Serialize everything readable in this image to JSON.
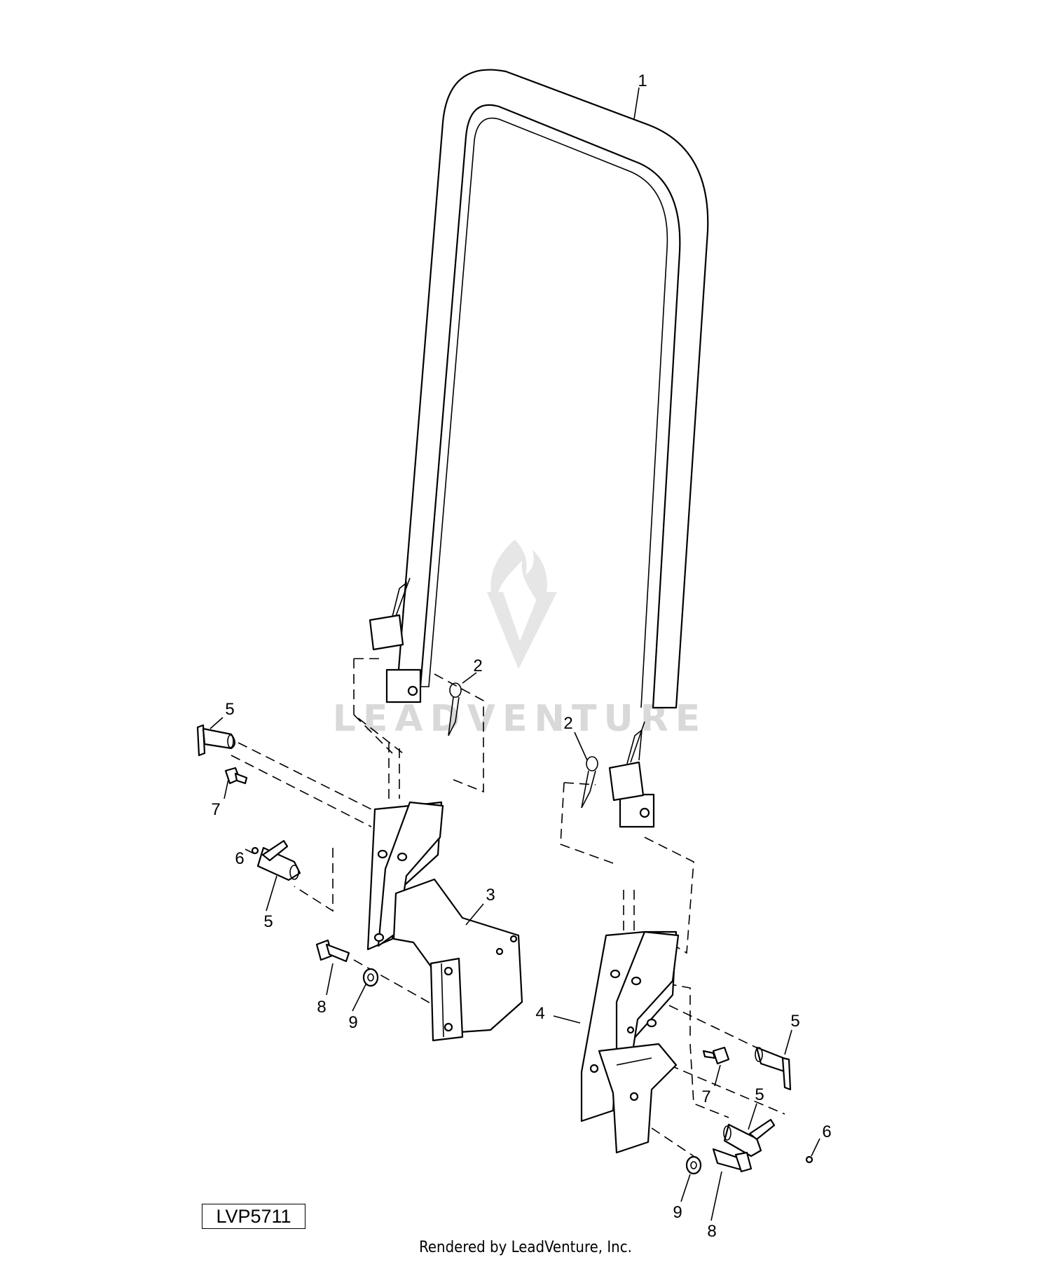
{
  "figure_id": "LVP5711",
  "footer": "Rendered by LeadVenture, Inc.",
  "watermark": {
    "text": "LEADVENTURE",
    "color": "#d9d9d9"
  },
  "callouts": [
    {
      "id": "c1",
      "label": "1"
    },
    {
      "id": "c2a",
      "label": "2"
    },
    {
      "id": "c2b",
      "label": "2"
    },
    {
      "id": "c3",
      "label": "3"
    },
    {
      "id": "c4",
      "label": "4"
    },
    {
      "id": "c5a",
      "label": "5"
    },
    {
      "id": "c5b",
      "label": "5"
    },
    {
      "id": "c5c",
      "label": "5"
    },
    {
      "id": "c5d",
      "label": "5"
    },
    {
      "id": "c6a",
      "label": "6"
    },
    {
      "id": "c6b",
      "label": "6"
    },
    {
      "id": "c7a",
      "label": "7"
    },
    {
      "id": "c7b",
      "label": "7"
    },
    {
      "id": "c8a",
      "label": "8"
    },
    {
      "id": "c8b",
      "label": "8"
    },
    {
      "id": "c9a",
      "label": "9"
    },
    {
      "id": "c9b",
      "label": "9"
    }
  ]
}
